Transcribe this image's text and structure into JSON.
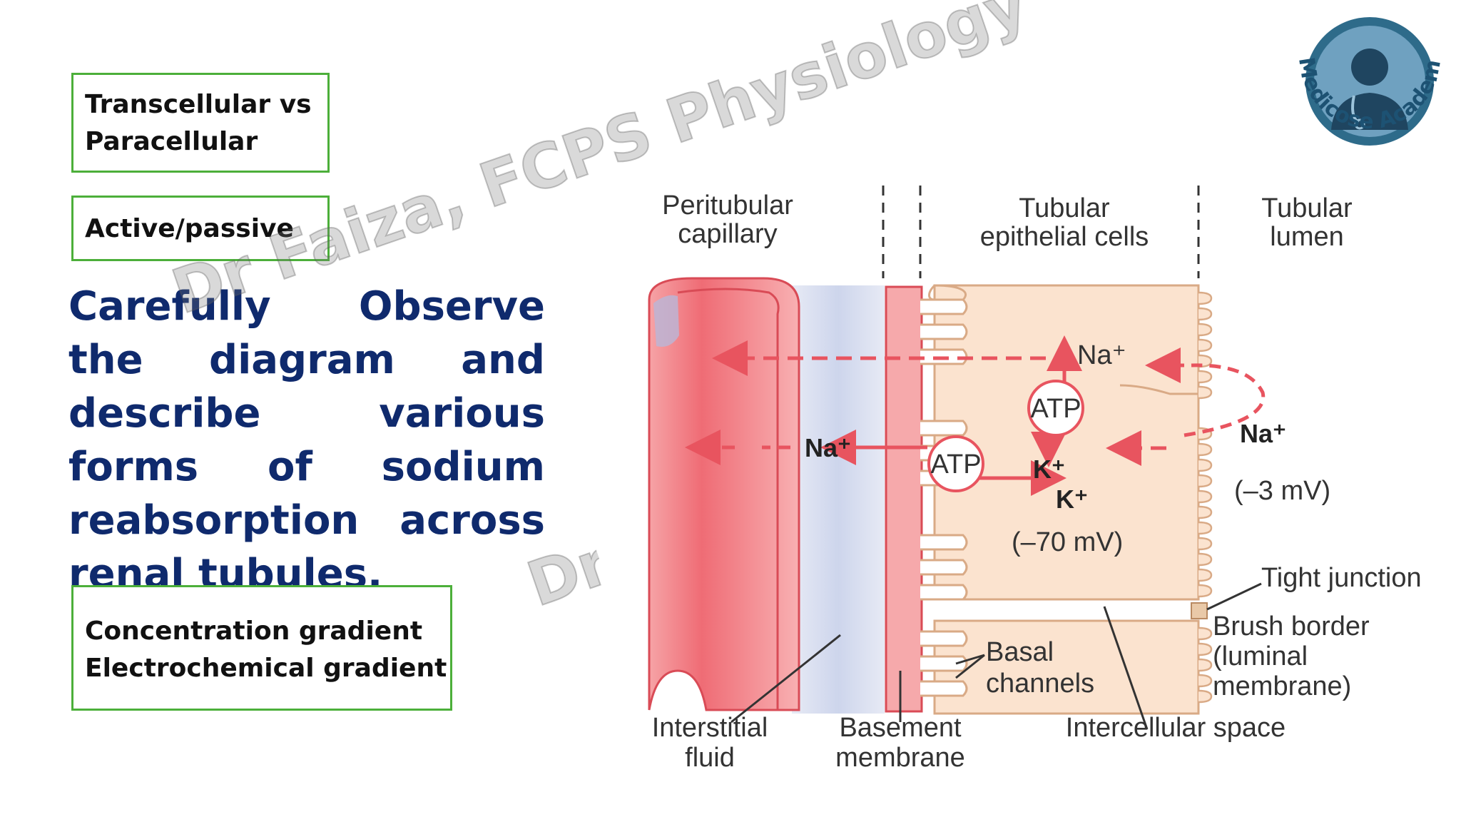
{
  "boxes": {
    "transport_line1": "Transcellular vs",
    "transport_line2": "Paracellular",
    "active_passive": "Active/passive",
    "gradient_line1": "Concentration gradient",
    "gradient_line2": "Electrochemical gradient"
  },
  "prompt": "Carefully Observe the diagram and describe various forms of sodium reabsorption across renal tubules.",
  "watermark": {
    "text": "Dr Faiza, FCPS Physiology",
    "partial": "Dr"
  },
  "logo": {
    "text": "Medicose Academics",
    "ring_color": "#2e6b8a",
    "icon": "doctor-stethoscope-icon"
  },
  "diagram": {
    "headers": {
      "peritubular_1": "Peritubular",
      "peritubular_2": "capillary",
      "tubular_cells_1": "Tubular",
      "tubular_cells_2": "epithelial cells",
      "lumen_1": "Tubular",
      "lumen_2": "lumen"
    },
    "ions": {
      "na_top": "Na⁺",
      "na_lumen": "Na⁺",
      "na_basal": "Na⁺",
      "atp_top": "ATP",
      "atp_basal": "ATP",
      "k_1": "K⁺",
      "k_2": "K⁺"
    },
    "potentials": {
      "lumen": "(–3 mV)",
      "cell": "(–70 mV)"
    },
    "labels": {
      "tight_junction": "Tight junction",
      "brush_border_1": "Brush border",
      "brush_border_2": "(luminal",
      "brush_border_3": "membrane)",
      "basal_channels_1": "Basal",
      "basal_channels_2": "channels",
      "intercellular_space": "Intercellular space",
      "interstitial_1": "Interstitial",
      "interstitial_2": "fluid",
      "basement_1": "Basement",
      "basement_2": "membrane"
    },
    "colors": {
      "capillary": "#f28a8f",
      "cell": "#fbe3cf",
      "arrow": "#e8545f",
      "interstitial": "#d5dcef",
      "basement": "#f6a9ab"
    }
  }
}
